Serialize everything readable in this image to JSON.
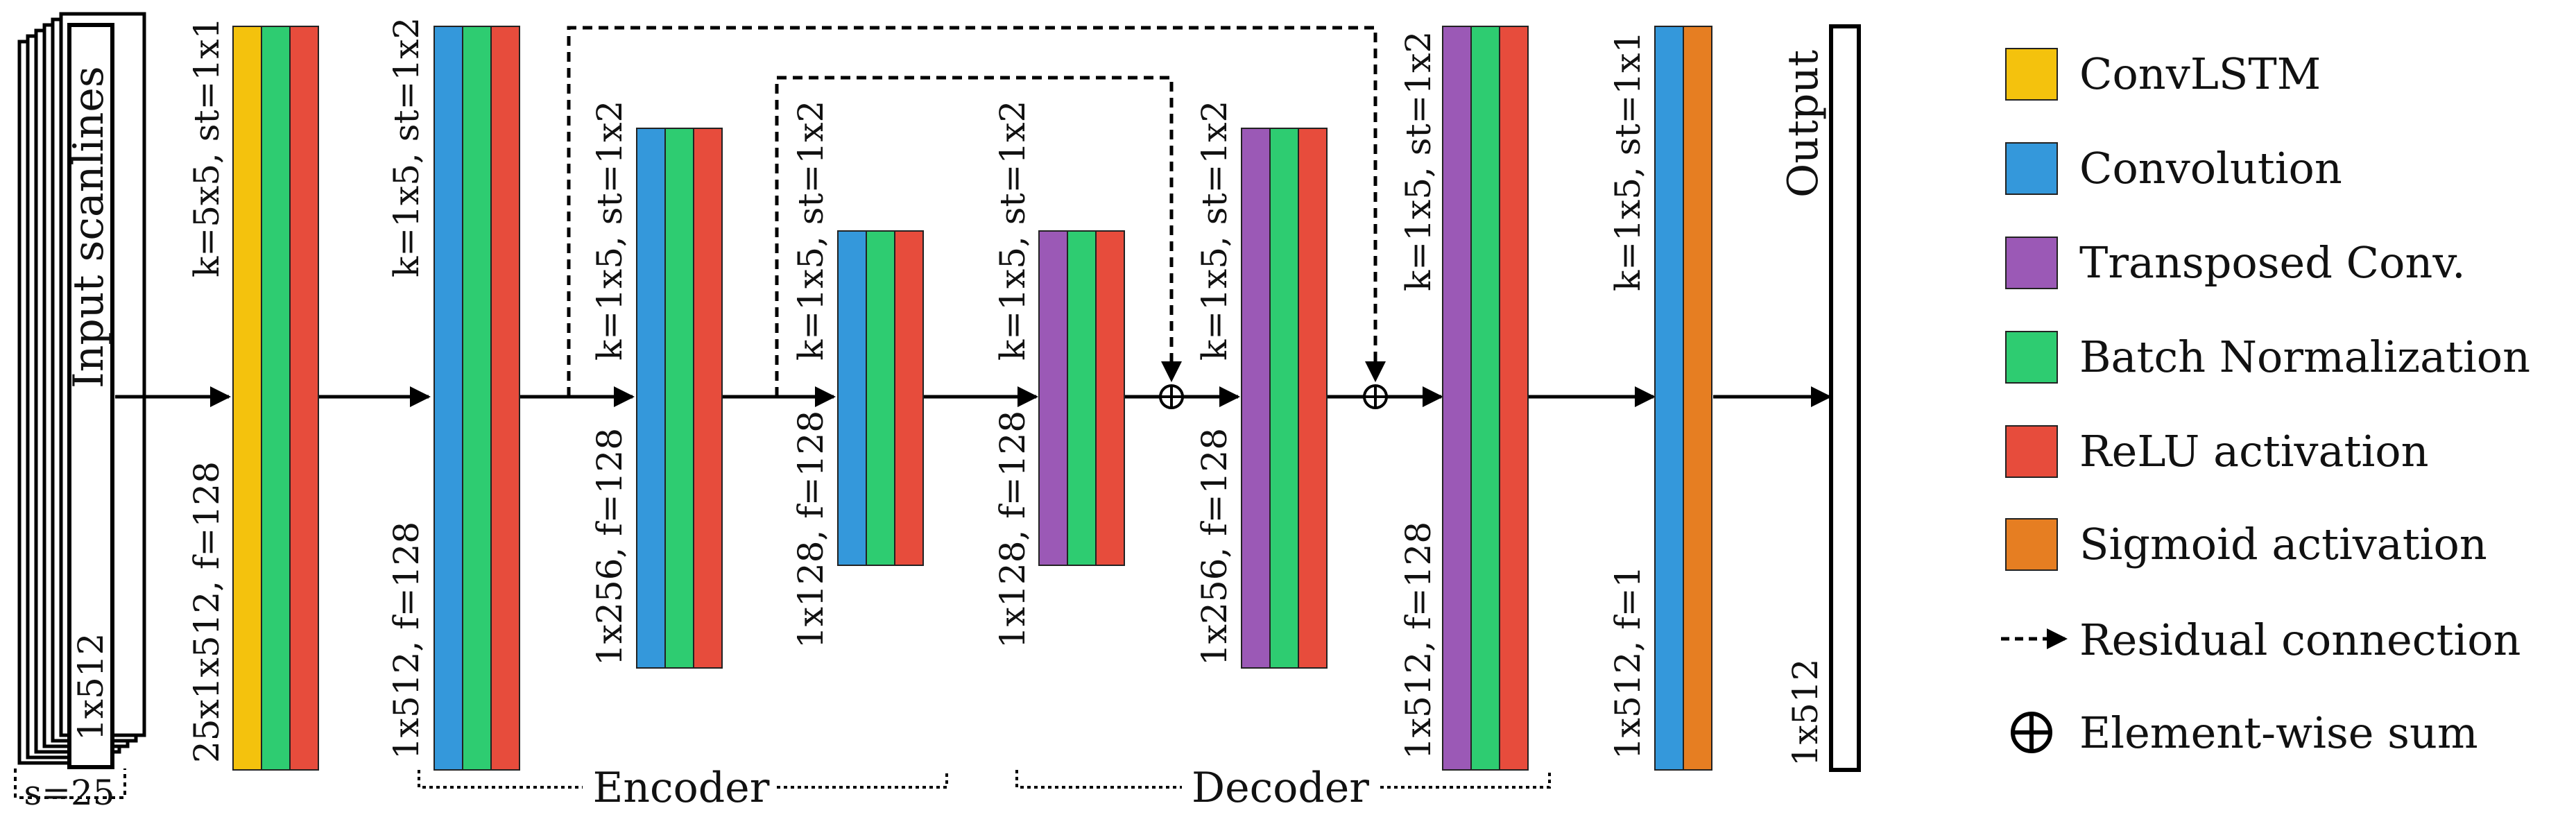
{
  "colors": {
    "convlstm": "#f4c20d",
    "convolution": "#3498db",
    "transposed": "#9b59b6",
    "batchnorm": "#2ecc71",
    "relu": "#e74c3c",
    "sigmoid": "#e67e22"
  },
  "input": {
    "title": "Input scanlines",
    "size": "1x512",
    "stack": "s=25"
  },
  "output": {
    "title": "Output",
    "size": "1x512"
  },
  "blocks": [
    {
      "kernel": "k=5x5, st=1x1",
      "shape": "25x1x512, f=128",
      "layers": [
        "convlstm",
        "batchnorm",
        "relu"
      ]
    },
    {
      "kernel": "k=1x5, st=1x2",
      "shape": "1x512, f=128",
      "layers": [
        "convolution",
        "batchnorm",
        "relu"
      ]
    },
    {
      "kernel": "k=1x5, st=1x2",
      "shape": "1x256, f=128",
      "layers": [
        "convolution",
        "batchnorm",
        "relu"
      ]
    },
    {
      "kernel": "k=1x5, st=1x2",
      "shape": "1x128, f=128",
      "layers": [
        "convolution",
        "batchnorm",
        "relu"
      ]
    },
    {
      "kernel": "k=1x5, st=1x2",
      "shape": "1x128, f=128",
      "layers": [
        "transposed",
        "batchnorm",
        "relu"
      ]
    },
    {
      "kernel": "k=1x5, st=1x2",
      "shape": "1x256, f=128",
      "layers": [
        "transposed",
        "batchnorm",
        "relu"
      ]
    },
    {
      "kernel": "k=1x5, st=1x2",
      "shape": "1x512, f=128",
      "layers": [
        "transposed",
        "batchnorm",
        "relu"
      ]
    },
    {
      "kernel": "k=1x5, st=1x1",
      "shape": "1x512, f=1",
      "layers": [
        "convolution",
        "sigmoid"
      ]
    }
  ],
  "groups": {
    "encoder": "Encoder",
    "decoder": "Decoder"
  },
  "legend": [
    {
      "label": "ConvLSTM",
      "color": "convlstm"
    },
    {
      "label": "Convolution",
      "color": "convolution"
    },
    {
      "label": "Transposed Conv.",
      "color": "transposed"
    },
    {
      "label": "Batch Normalization",
      "color": "batchnorm"
    },
    {
      "label": "ReLU activation",
      "color": "relu"
    },
    {
      "label": "Sigmoid activation",
      "color": "sigmoid"
    },
    {
      "label": "Residual connection",
      "symbol": "dashed-arrow"
    },
    {
      "label": "Element-wise sum",
      "symbol": "oplus"
    }
  ]
}
